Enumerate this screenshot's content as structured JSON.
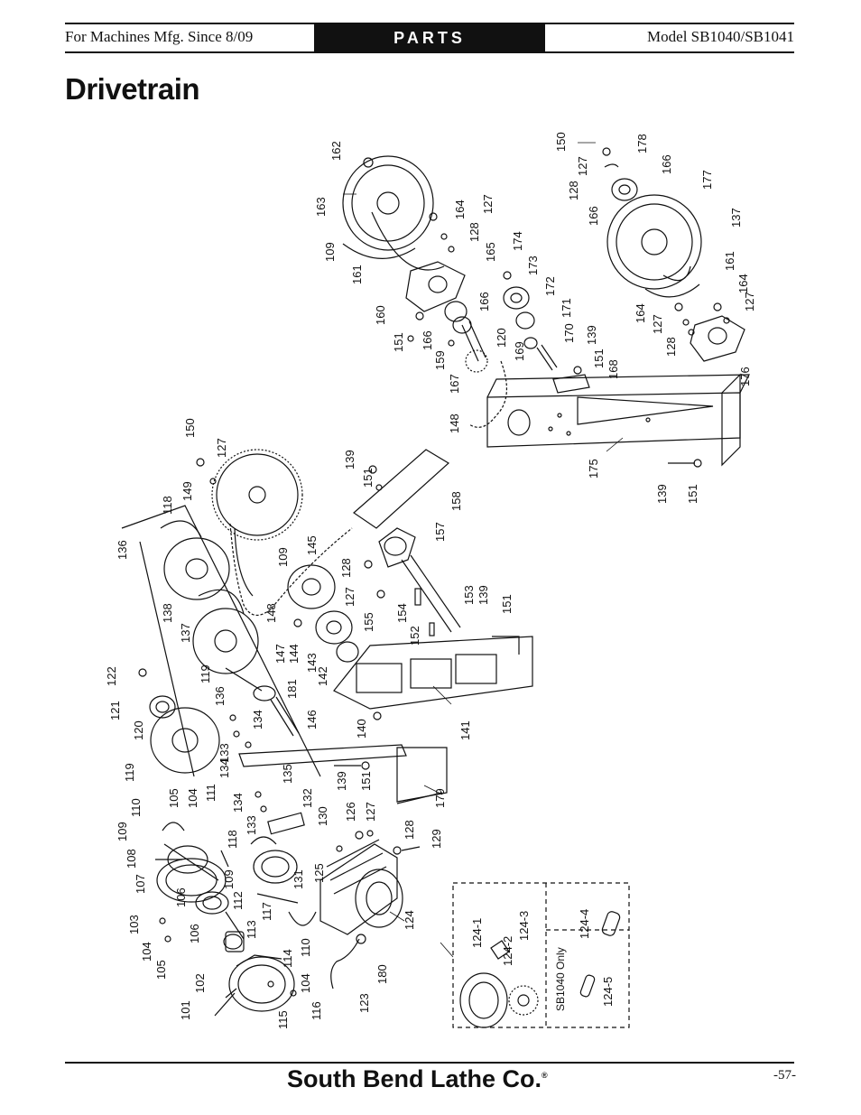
{
  "header": {
    "left": "For Machines Mfg. Since 8/09",
    "center": "PARTS",
    "right": "Model SB1040/SB1041"
  },
  "title": "Drivetrain",
  "inset_label": "SB1040 Only",
  "callouts": {
    "c101": "101",
    "c102": "102",
    "c103": "103",
    "c104a": "104",
    "c104b": "104",
    "c104c": "104",
    "c105a": "105",
    "c105b": "105",
    "c106a": "106",
    "c106b": "106",
    "c107": "107",
    "c108": "108",
    "c109a": "109",
    "c109b": "109",
    "c109c": "109",
    "c109d": "109",
    "c110a": "110",
    "c110b": "110",
    "c111": "111",
    "c112": "112",
    "c113": "113",
    "c114": "114",
    "c115": "115",
    "c116": "116",
    "c117": "117",
    "c118a": "118",
    "c118b": "118",
    "c119a": "119",
    "c119b": "119",
    "c120a": "120",
    "c120b": "120",
    "c121": "121",
    "c122": "122",
    "c123": "123",
    "c124": "124",
    "c124_1": "124-1",
    "c124_2": "124-2",
    "c124_3": "124-3",
    "c124_4": "124-4",
    "c124_5": "124-5",
    "c125": "125",
    "c126": "126",
    "c127a": "127",
    "c127b": "127",
    "c127c": "127",
    "c127d": "127",
    "c127e": "127",
    "c127f": "127",
    "c127g": "127",
    "c128a": "128",
    "c128b": "128",
    "c128c": "128",
    "c128d": "128",
    "c128e": "128",
    "c129": "129",
    "c130": "130",
    "c131": "131",
    "c132": "132",
    "c133a": "133",
    "c133b": "133",
    "c134a": "134",
    "c134b": "134",
    "c134c": "134",
    "c135": "135",
    "c136a": "136",
    "c136b": "136",
    "c137a": "137",
    "c137b": "137",
    "c138": "138",
    "c139a": "139",
    "c139b": "139",
    "c139c": "139",
    "c139d": "139",
    "c139e": "139",
    "c140": "140",
    "c141": "141",
    "c142": "142",
    "c143": "143",
    "c144": "144",
    "c145": "145",
    "c146": "146",
    "c147": "147",
    "c148a": "148",
    "c148b": "148",
    "c149": "149",
    "c150a": "150",
    "c150b": "150",
    "c151a": "151",
    "c151b": "151",
    "c151c": "151",
    "c151d": "151",
    "c151e": "151",
    "c151f": "151",
    "c151g": "151",
    "c152": "152",
    "c153": "153",
    "c154": "154",
    "c155": "155",
    "c157": "157",
    "c158": "158",
    "c159": "159",
    "c160": "160",
    "c161a": "161",
    "c161b": "161",
    "c162": "162",
    "c163": "163",
    "c164a": "164",
    "c164b": "164",
    "c164c": "164",
    "c165": "165",
    "c166a": "166",
    "c166b": "166",
    "c166c": "166",
    "c166d": "166",
    "c167": "167",
    "c168": "168",
    "c169": "169",
    "c170": "170",
    "c171": "171",
    "c172": "172",
    "c173": "173",
    "c174": "174",
    "c175": "175",
    "c176": "176",
    "c177": "177",
    "c178": "178",
    "c179": "179",
    "c180": "180",
    "c181": "181"
  },
  "footer": {
    "brand": "South Bend Lathe Co.",
    "brand_mark": "®",
    "page_number": "-57-"
  }
}
